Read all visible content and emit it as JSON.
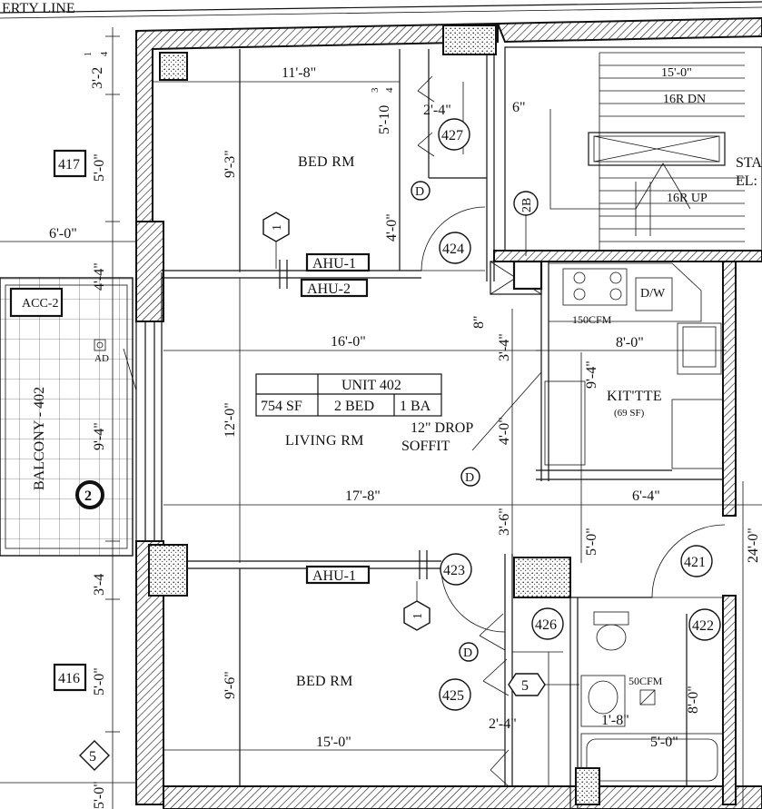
{
  "property_line": "ERTY LINE",
  "rooms": {
    "bed_top": "BED RM",
    "bed_bottom": "BED RM",
    "living": "LIVING RM",
    "kitchen": "KIT'TTE",
    "kitchen_area": "(69 SF)",
    "balcony": "BALCONY - 402",
    "stair_1": "STA",
    "stair_2": "EL:"
  },
  "unit_table": {
    "name": "UNIT 402",
    "area": "754 SF",
    "beds": "2 BED",
    "baths": "1 BA"
  },
  "soffit": [
    "12\" DROP",
    "SOFFIT"
  ],
  "equipment": {
    "ahu_top_a": "AHU-1",
    "ahu_top_b": "AHU-2",
    "ahu_bottom": "AHU-1",
    "acc": "ACC-2",
    "ad": "AD",
    "dw": "D/W",
    "cfm_kitchen": "150CFM",
    "cfm_bath": "50CFM"
  },
  "stairs": {
    "down": "16R DN",
    "up": "16R UP"
  },
  "door_tags": [
    "427",
    "424",
    "423",
    "426",
    "425",
    "421",
    "422"
  ],
  "grid_tags": {
    "unit_417": "417",
    "unit_416": "416"
  },
  "markers": {
    "hex_top": "1",
    "hex_bottom": "1",
    "hex_bath": "5",
    "diamond": "5",
    "balcony_circle": "2",
    "circle_2b": "2B",
    "d": "D"
  },
  "dimensions": {
    "d_3_2_1_4": "3'-2",
    "d_3_2_frac_num": "1",
    "d_3_2_frac_den": "4",
    "d_5_0_top": "5'-0\"",
    "d_6_0": "6'-0\"",
    "d_4_4": "4'-4\"",
    "d_9_4_balc": "9'-4\"",
    "d_3_4_left": "3'-4",
    "d_5_0_bottom": "5'-0\"",
    "d_5_0_edge": "5'-0\"",
    "d_11_8": "11'-8\"",
    "d_9_3": "9'-3\"",
    "d_5_10": "5'-10",
    "d_5_10_num": "3",
    "d_5_10_den": "4",
    "d_2_4_top": "2'-4\"",
    "d_4_0_top": "4'-0\"",
    "d_6_in": "6\"",
    "d_15_0_top": "15'-0\"",
    "d_16_0": "16'-0\"",
    "d_12_0": "12'-0\"",
    "d_8_in": "8\"",
    "d_3_4_mid": "3'-4\"",
    "d_8_0_k": "8'-0\"",
    "d_9_4_k": "9'-4\"",
    "d_4_0_mid": "4'-0\"",
    "d_17_8": "17'-8\"",
    "d_6_4": "6'-4\"",
    "d_3_6": "3'-6\"",
    "d_5_0_mid": "5'-0\"",
    "d_24_0": "24'-0\"",
    "d_9_6": "9'-6\"",
    "d_2_4_bot": "2'-4\"",
    "d_15_0_bot": "15'-0\"",
    "d_1_8": "1'-8\"",
    "d_5_0_bath": "5'-0\"",
    "d_8_0_bath": "8'-0\""
  }
}
